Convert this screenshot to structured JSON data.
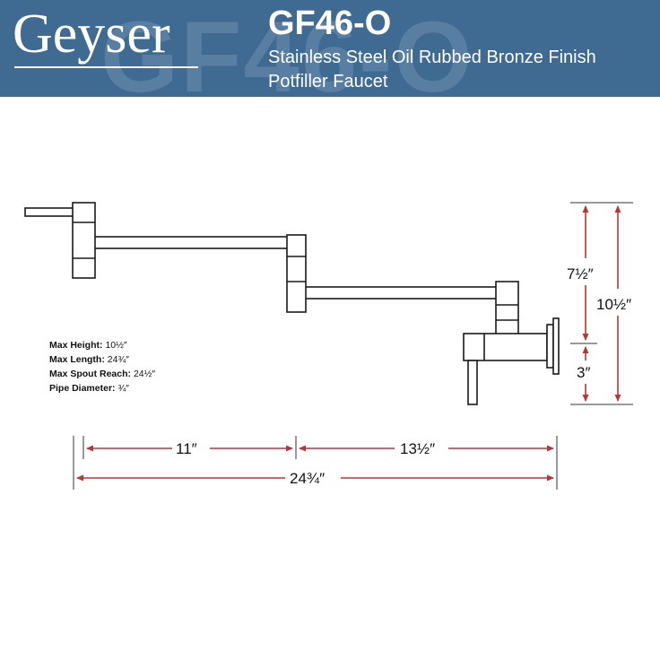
{
  "header": {
    "brand": "Geyser",
    "model": "GF46-O",
    "watermark": "GF46-O",
    "subtitle_line1": "Stainless Steel Oil Rubbed Bronze Finish",
    "subtitle_line2": "Potfiller Faucet"
  },
  "specs": [
    {
      "label": "Max Height:",
      "value": "10½″"
    },
    {
      "label": "Max Length:",
      "value": "24¾″"
    },
    {
      "label": "Max Spout Reach:",
      "value": "24½″"
    },
    {
      "label": "Pipe Diameter:",
      "value": "¾″"
    }
  ],
  "dimensions": {
    "upper_height": "7½″",
    "total_height": "10½″",
    "lower_height": "3″",
    "left_length": "11″",
    "right_length": "13½″",
    "total_length": "24¾″"
  },
  "colors": {
    "banner": "#3f6a92",
    "dimension_line": "#b0393b",
    "outline": "#1a1a1a"
  }
}
